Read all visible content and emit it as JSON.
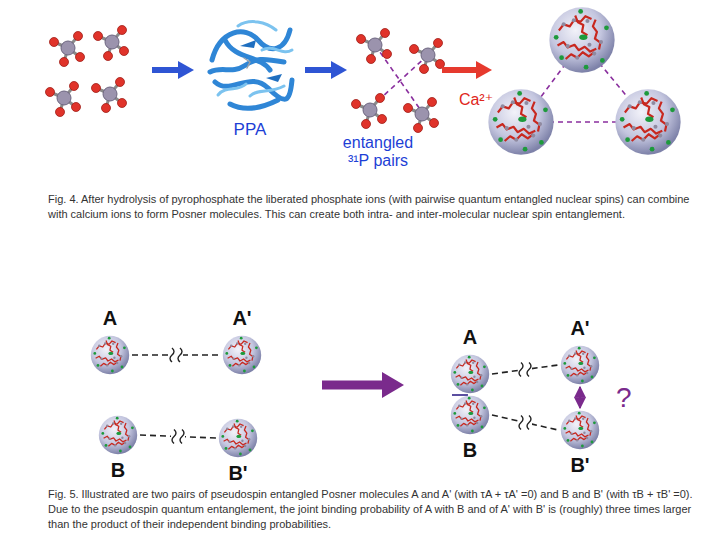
{
  "diagram": {
    "nodes": [
      {
        "text": [
          "A"
        ]
      },
      {
        "text": [
          "A'"
        ]
      },
      {
        "text": [
          "B"
        ]
      },
      {
        "text": [
          "B'"
        ]
      },
      {
        "text": [
          "A"
        ]
      },
      {
        "text": [
          "A'"
        ]
      },
      {
        "text": [
          "B"
        ]
      },
      {
        "text": [
          "B'"
        ]
      }
    ],
    "edges": [
      {
        "from": 0,
        "to": 1,
        "arrow": "none"
      },
      {
        "from": 2,
        "to": 3,
        "arrow": "none"
      },
      {
        "from": 4,
        "to": 5,
        "arrow": "none"
      },
      {
        "from": 6,
        "to": 7,
        "arrow": "none"
      },
      {
        "from": 5,
        "to": 7,
        "label": "?",
        "arrow": "both"
      }
    ],
    "labels": [
      "PPA",
      "entangled ³¹P pairs",
      "Ca²⁺",
      "Fig. 4. After hydrolysis of pyrophosphate the liberated phosphate ions (with pairwise quantum entangled nuclear spins) can combine with calcium ions to form Posner molecules. This can create both intra- and inter-molecular nuclear spin entanglement.",
      "Fig. 5. Illustrated are two pairs of pseudospin entangled Posner molecules A and A' (with τA + τA' =0) and B and B' (with τB + τB' =0). Due to the pseudospin quantum entanglement, the joint binding probability of A with B and of A' with B' is (roughly) three times larger than the product of their independent binding probabilities."
    ]
  }
}
